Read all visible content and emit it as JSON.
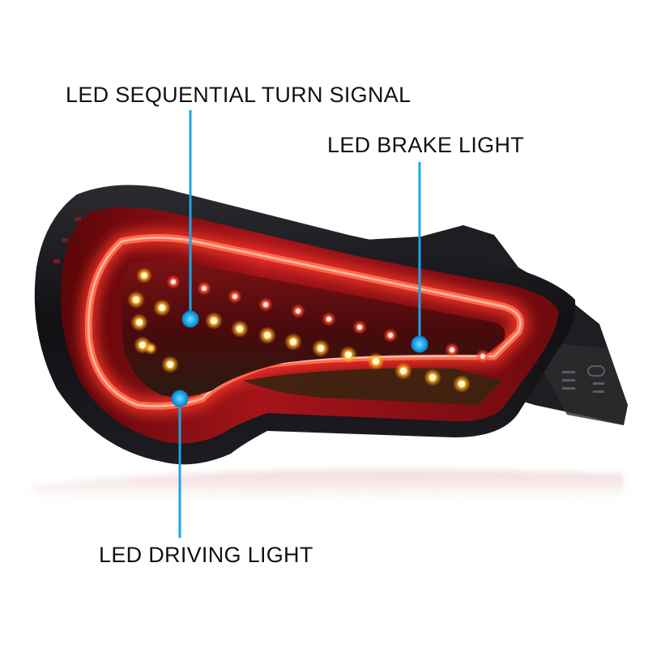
{
  "callouts": {
    "turn_signal": "LED SEQUENTIAL TURN SIGNAL",
    "brake_light": "LED BRAKE LIGHT",
    "driving_light": "LED DRIVING LIGHT"
  },
  "colors": {
    "callout_line": "#1aa7e0",
    "callout_dot": "#22aaf0",
    "housing": "#141418",
    "red_lens": "#c4161c",
    "light_bar": "#ff3b2a",
    "amber_led": "#ffb020"
  },
  "icons": [
    "callout-dot-icon"
  ]
}
